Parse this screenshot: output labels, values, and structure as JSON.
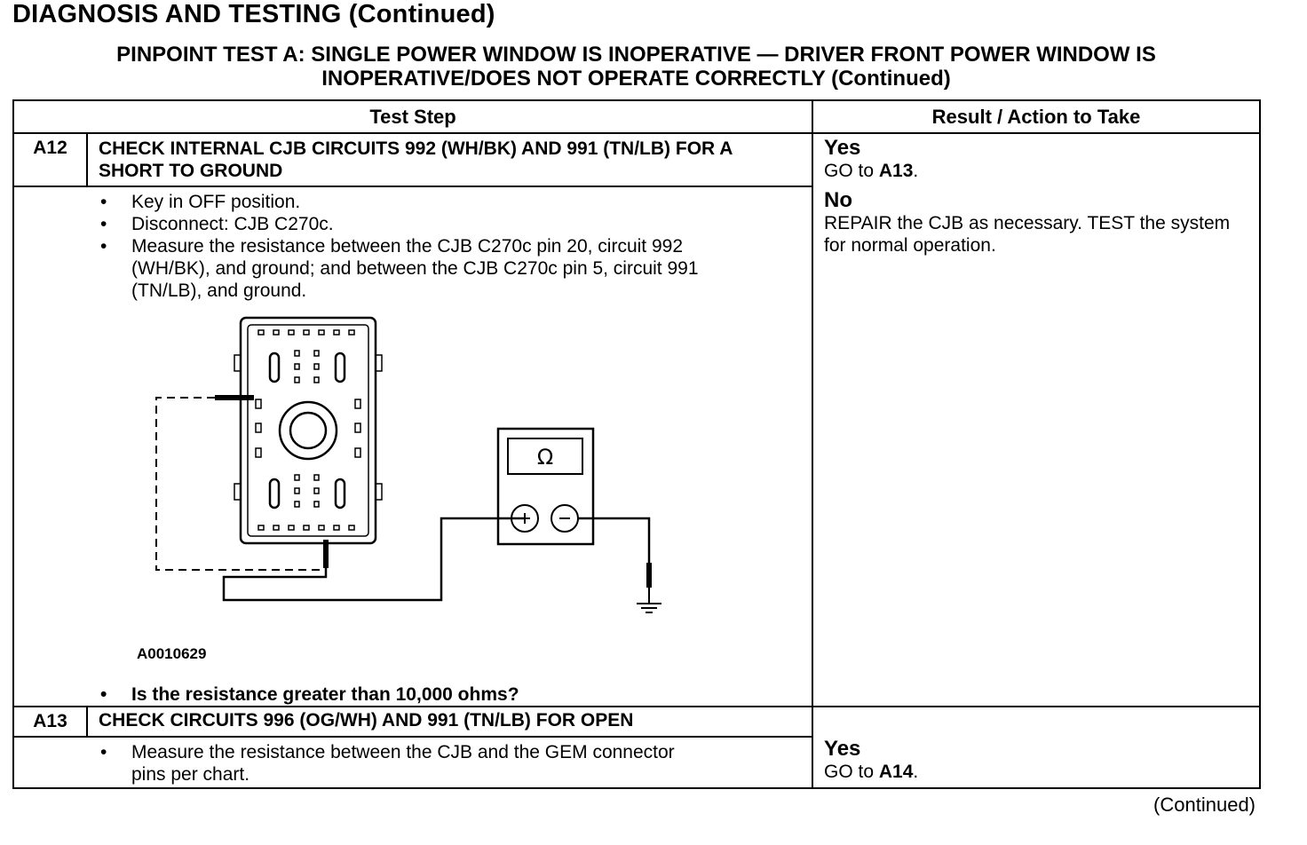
{
  "header": {
    "title": "DIAGNOSIS AND TESTING (Continued)"
  },
  "subtitle": {
    "line1": "PINPOINT TEST A: SINGLE POWER WINDOW IS INOPERATIVE — DRIVER FRONT POWER WINDOW IS",
    "line2": "INOPERATIVE/DOES NOT OPERATE CORRECTLY (Continued)"
  },
  "table": {
    "col_headers": {
      "test_step": "Test Step",
      "result": "Result / Action to Take"
    },
    "steps": [
      {
        "id": "A12",
        "title": "CHECK INTERNAL CJB CIRCUITS 992 (WH/BK) AND 991 (TN/LB) FOR A SHORT TO GROUND",
        "actions": [
          "Key in OFF position.",
          "Disconnect: CJB C270c.",
          "Measure the resistance between the CJB C270c pin 20, circuit 992 (WH/BK), and ground; and between the CJB C270c pin 5, circuit 991 (TN/LB), and ground."
        ],
        "figure_id": "A0010629",
        "meter_symbol": "Ω",
        "question": "Is the resistance greater than 10,000 ohms?",
        "results": [
          {
            "label": "Yes",
            "text_pre": "GO to ",
            "text_bold": "A13",
            "text_post": "."
          },
          {
            "label": "No",
            "text": "REPAIR the CJB as necessary. TEST the system for normal operation."
          }
        ]
      },
      {
        "id": "A13",
        "title": "CHECK CIRCUITS 996 (OG/WH) AND 991 (TN/LB) FOR OPEN",
        "actions": [
          "Measure the resistance between the CJB and the GEM connector pins per chart."
        ],
        "results": [
          {
            "label": "Yes",
            "text_pre": "GO to ",
            "text_bold": "A14",
            "text_post": "."
          }
        ]
      }
    ]
  },
  "footer": {
    "continued": "(Continued)"
  }
}
